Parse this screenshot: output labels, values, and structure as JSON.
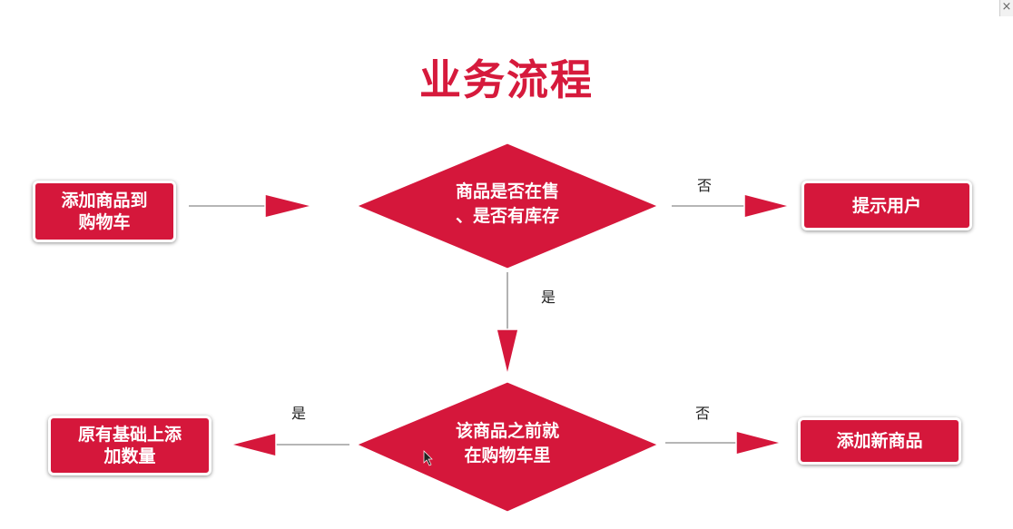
{
  "title": "业务流程",
  "nodes": {
    "add_to_cart": {
      "line1": "添加商品到",
      "line2": "购物车"
    },
    "check_stock": {
      "line1": "商品是否在售",
      "line2": "、是否有库存"
    },
    "prompt_user": {
      "label": "提示用户"
    },
    "in_cart": {
      "line1": "该商品之前就",
      "line2": "在购物车里"
    },
    "add_quantity": {
      "line1": "原有基础上添",
      "line2": "加数量"
    },
    "add_new": {
      "label": "添加新商品"
    }
  },
  "edges": {
    "no1": "否",
    "yes1": "是",
    "yes2": "是",
    "no2": "否"
  },
  "colors": {
    "accent": "#d5173b"
  },
  "window": {
    "close_icon": "×"
  }
}
